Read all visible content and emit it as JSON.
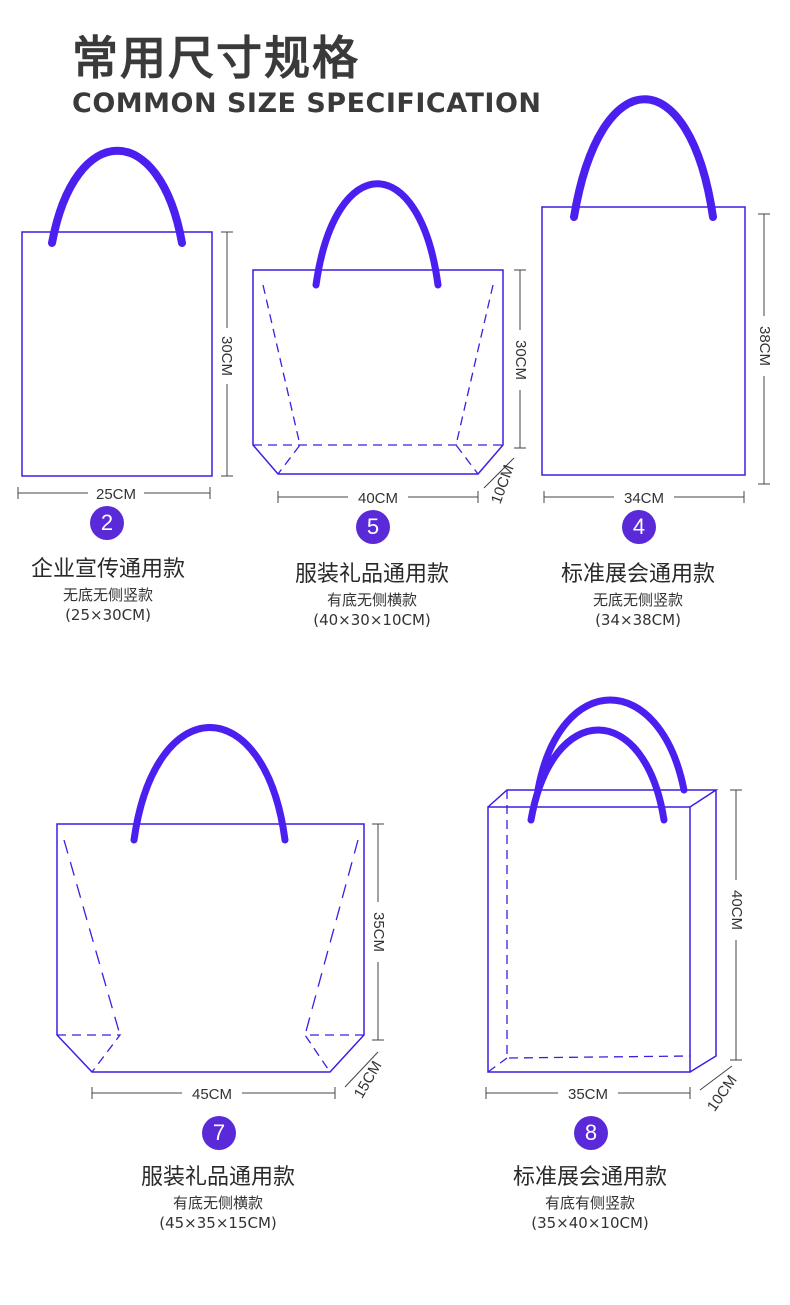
{
  "header": {
    "title_cn": "常用尺寸规格",
    "title_en": "COMMON SIZE SPECIFICATION"
  },
  "colors": {
    "bag_outline": "#3a1fe0",
    "handle": "#4a1ff0",
    "badge": "#5a2ad8"
  },
  "bags": [
    {
      "badge": "2",
      "name": "企业宣传通用款",
      "type": "无底无侧竖款",
      "size": "(25×30CM)",
      "width_label": "25CM",
      "height_label": "30CM"
    },
    {
      "badge": "5",
      "name": "服装礼品通用款",
      "type": "有底无侧横款",
      "size": "(40×30×10CM)",
      "width_label": "40CM",
      "height_label": "30CM",
      "depth_label": "10CM"
    },
    {
      "badge": "4",
      "name": "标准展会通用款",
      "type": "无底无侧竖款",
      "size": "(34×38CM)",
      "width_label": "34CM",
      "height_label": "38CM"
    },
    {
      "badge": "7",
      "name": "服装礼品通用款",
      "type": "有底无侧横款",
      "size": "(45×35×15CM)",
      "width_label": "45CM",
      "height_label": "35CM",
      "depth_label": "15CM"
    },
    {
      "badge": "8",
      "name": "标准展会通用款",
      "type": "有底有侧竖款",
      "size": "(35×40×10CM)",
      "width_label": "35CM",
      "height_label": "40CM",
      "depth_label": "10CM"
    }
  ]
}
